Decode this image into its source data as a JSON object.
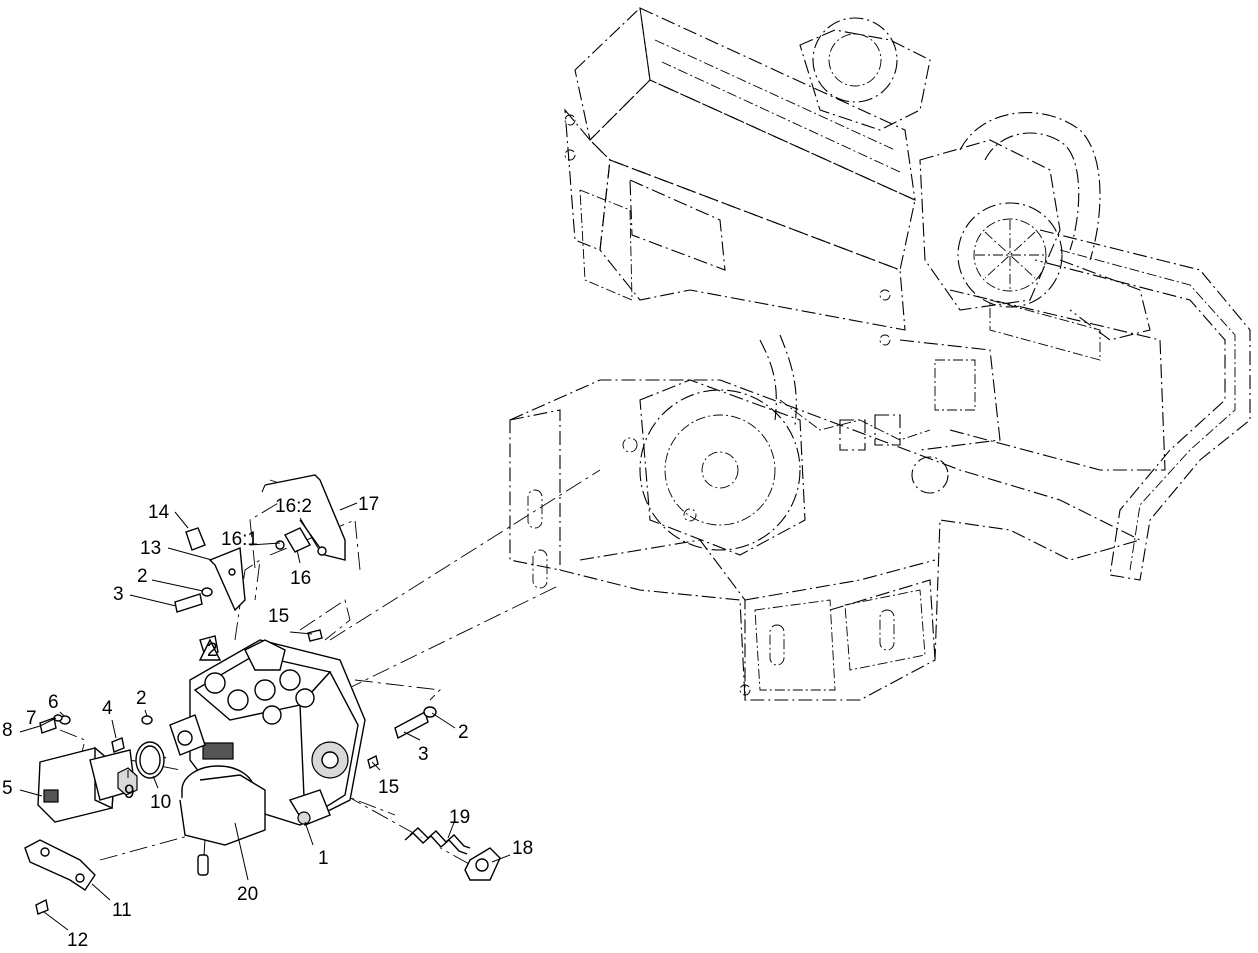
{
  "callouts": {
    "c1": "1",
    "c2a": "2",
    "c2b": "2",
    "c2c": "2",
    "c2d": "2",
    "c3a": "3",
    "c3b": "3",
    "c4": "4",
    "c5": "5",
    "c6": "6",
    "c7": "7",
    "c8": "8",
    "c9": "9",
    "c10": "10",
    "c11": "11",
    "c12": "12",
    "c13": "13",
    "c14": "14",
    "c15a": "15",
    "c15b": "15",
    "c16": "16",
    "c16_1": "16:1",
    "c16_2": "16:2",
    "c17": "17",
    "c18": "18",
    "c19": "19",
    "c20": "20"
  }
}
